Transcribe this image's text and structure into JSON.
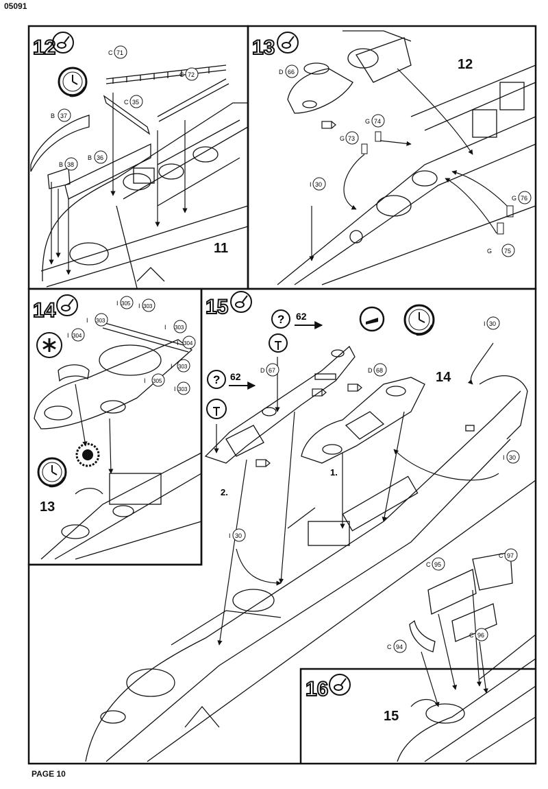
{
  "header": {
    "code": "05091"
  },
  "footer": {
    "page": "PAGE 10"
  },
  "steps": {
    "s12": {
      "number": "12",
      "ref": "11",
      "parts": [
        {
          "letter": "C",
          "num": "71"
        },
        {
          "letter": "C",
          "num": "72"
        },
        {
          "letter": "C",
          "num": "35"
        },
        {
          "letter": "B",
          "num": "37"
        },
        {
          "letter": "B",
          "num": "36"
        },
        {
          "letter": "B",
          "num": "38"
        }
      ]
    },
    "s13": {
      "number": "13",
      "ref": "12",
      "parts": [
        {
          "letter": "D",
          "num": "66"
        },
        {
          "letter": "G",
          "num": "74"
        },
        {
          "letter": "G",
          "num": "73"
        },
        {
          "letter": "I",
          "num": "30"
        },
        {
          "letter": "G",
          "num": "76"
        },
        {
          "letter": "G",
          "num": "75"
        }
      ]
    },
    "s14": {
      "number": "14",
      "ref": "13",
      "parts": [
        {
          "letter": "I",
          "num": "305"
        },
        {
          "letter": "I",
          "num": "303"
        },
        {
          "letter": "I",
          "num": "303"
        },
        {
          "letter": "I",
          "num": "304"
        },
        {
          "letter": "I",
          "num": "303"
        },
        {
          "letter": "I",
          "num": "304"
        },
        {
          "letter": "I",
          "num": "303"
        },
        {
          "letter": "I",
          "num": "305"
        },
        {
          "letter": "I",
          "num": "303"
        }
      ]
    },
    "s15": {
      "number": "15",
      "ref": "14",
      "parts": [
        {
          "letter": "D",
          "num": "67"
        },
        {
          "letter": "D",
          "num": "68"
        },
        {
          "letter": "I",
          "num": "30"
        },
        {
          "letter": "I",
          "num": "30"
        },
        {
          "letter": "I",
          "num": "30"
        }
      ],
      "question_refs": [
        "62",
        "62"
      ],
      "order": [
        "1.",
        "2."
      ]
    },
    "s16": {
      "number": "16",
      "ref": "15",
      "parts": [
        {
          "letter": "C",
          "num": "95"
        },
        {
          "letter": "C",
          "num": "97"
        },
        {
          "letter": "C",
          "num": "96"
        },
        {
          "letter": "C",
          "num": "94"
        }
      ]
    }
  }
}
